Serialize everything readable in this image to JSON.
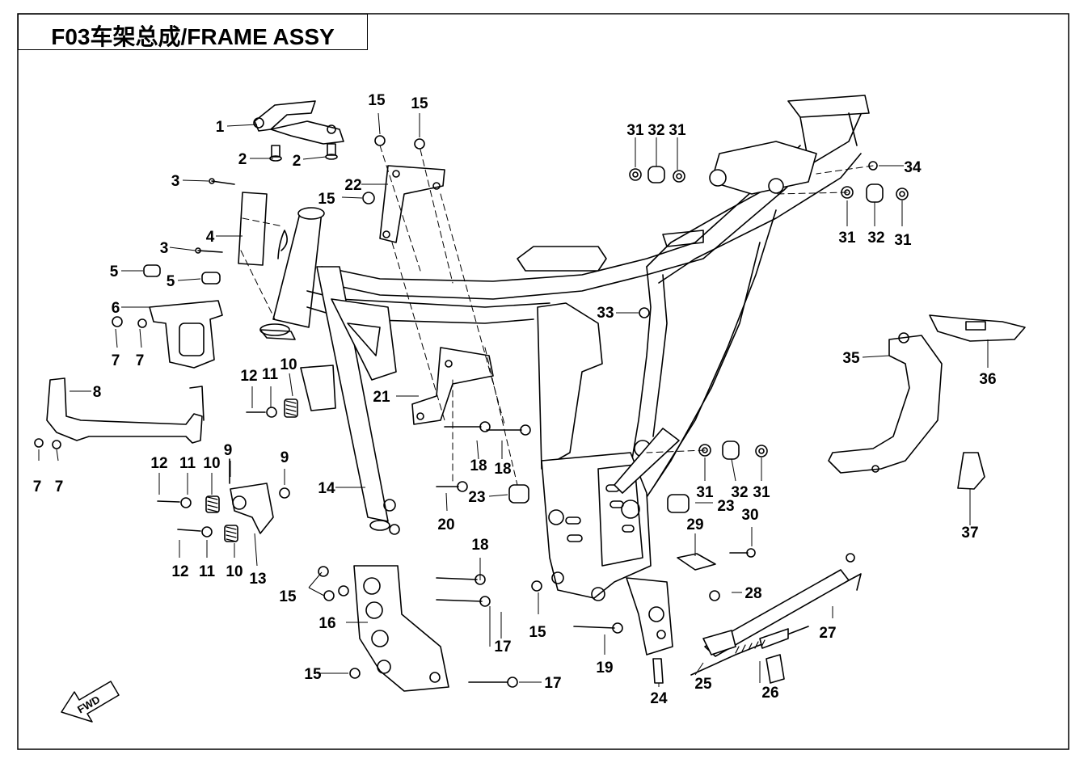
{
  "title": "F03车架总成/FRAME ASSY",
  "fwd_label": "FWD",
  "callouts": [
    {
      "id": "c1",
      "text": "1"
    },
    {
      "id": "c2a",
      "text": "2"
    },
    {
      "id": "c2b",
      "text": "2"
    },
    {
      "id": "c3a",
      "text": "3"
    },
    {
      "id": "c3b",
      "text": "3"
    },
    {
      "id": "c4",
      "text": "4"
    },
    {
      "id": "c5a",
      "text": "5"
    },
    {
      "id": "c5b",
      "text": "5"
    },
    {
      "id": "c6",
      "text": "6"
    },
    {
      "id": "c7a",
      "text": "7"
    },
    {
      "id": "c7b",
      "text": "7"
    },
    {
      "id": "c7c",
      "text": "7"
    },
    {
      "id": "c7d",
      "text": "7"
    },
    {
      "id": "c8",
      "text": "8"
    },
    {
      "id": "c9a",
      "text": "9"
    },
    {
      "id": "c9b",
      "text": "9"
    },
    {
      "id": "c10a",
      "text": "10"
    },
    {
      "id": "c10b",
      "text": "10"
    },
    {
      "id": "c10c",
      "text": "10"
    },
    {
      "id": "c11a",
      "text": "11"
    },
    {
      "id": "c11b",
      "text": "11"
    },
    {
      "id": "c11c",
      "text": "11"
    },
    {
      "id": "c12a",
      "text": "12"
    },
    {
      "id": "c12b",
      "text": "12"
    },
    {
      "id": "c12c",
      "text": "12"
    },
    {
      "id": "c13",
      "text": "13"
    },
    {
      "id": "c14",
      "text": "14"
    },
    {
      "id": "c15a",
      "text": "15"
    },
    {
      "id": "c15b",
      "text": "15"
    },
    {
      "id": "c15c",
      "text": "15"
    },
    {
      "id": "c15d",
      "text": "15"
    },
    {
      "id": "c15e",
      "text": "15"
    },
    {
      "id": "c15f",
      "text": "15"
    },
    {
      "id": "c16",
      "text": "16"
    },
    {
      "id": "c17a",
      "text": "17"
    },
    {
      "id": "c17b",
      "text": "17"
    },
    {
      "id": "c18a",
      "text": "18"
    },
    {
      "id": "c18b",
      "text": "18"
    },
    {
      "id": "c18c",
      "text": "18"
    },
    {
      "id": "c19",
      "text": "19"
    },
    {
      "id": "c20",
      "text": "20"
    },
    {
      "id": "c21",
      "text": "21"
    },
    {
      "id": "c22",
      "text": "22"
    },
    {
      "id": "c23a",
      "text": "23"
    },
    {
      "id": "c23b",
      "text": "23"
    },
    {
      "id": "c24",
      "text": "24"
    },
    {
      "id": "c25",
      "text": "25"
    },
    {
      "id": "c26",
      "text": "26"
    },
    {
      "id": "c27",
      "text": "27"
    },
    {
      "id": "c28",
      "text": "28"
    },
    {
      "id": "c29",
      "text": "29"
    },
    {
      "id": "c30",
      "text": "30"
    },
    {
      "id": "c31a",
      "text": "31"
    },
    {
      "id": "c31b",
      "text": "31"
    },
    {
      "id": "c31c",
      "text": "31"
    },
    {
      "id": "c31d",
      "text": "31"
    },
    {
      "id": "c31e",
      "text": "31"
    },
    {
      "id": "c31f",
      "text": "31"
    },
    {
      "id": "c32a",
      "text": "32"
    },
    {
      "id": "c32b",
      "text": "32"
    },
    {
      "id": "c32c",
      "text": "32"
    },
    {
      "id": "c33",
      "text": "33"
    },
    {
      "id": "c34",
      "text": "34"
    },
    {
      "id": "c35",
      "text": "35"
    },
    {
      "id": "c36",
      "text": "36"
    },
    {
      "id": "c37",
      "text": "37"
    }
  ]
}
